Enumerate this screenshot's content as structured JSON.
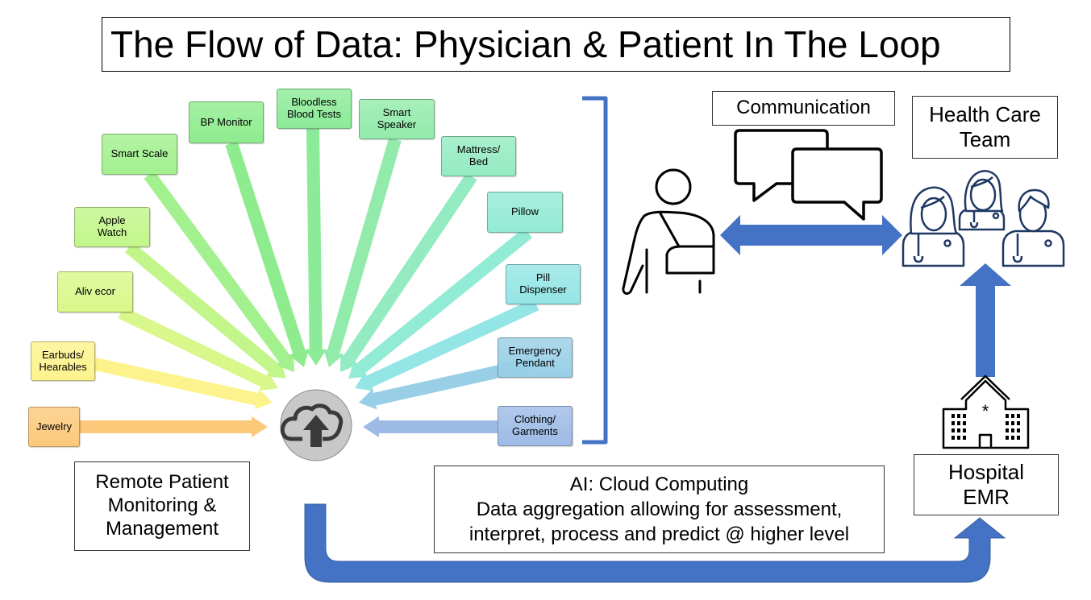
{
  "title": "The Flow of Data: Physician & Patient In The Loop",
  "devices": [
    {
      "label": "Jewelry",
      "color": "#fcc97a"
    },
    {
      "label": "Earbuds/\nHearables",
      "color": "#fdf38c"
    },
    {
      "label": "Aliv ecor",
      "color": "#d9f78a"
    },
    {
      "label": "Apple\nWatch",
      "color": "#c2f68a"
    },
    {
      "label": "Smart Scale",
      "color": "#a2f08e"
    },
    {
      "label": "BP Monitor",
      "color": "#8eec8e"
    },
    {
      "label": "Bloodless\nBlood Tests",
      "color": "#8ceb98"
    },
    {
      "label": "Smart\nSpeaker",
      "color": "#92ebab"
    },
    {
      "label": "Mattress/\nBed",
      "color": "#94ebc2"
    },
    {
      "label": "Pillow",
      "color": "#92ebd4"
    },
    {
      "label": "Pill\nDispenser",
      "color": "#94e5e6"
    },
    {
      "label": "Emergency\nPendant",
      "color": "#98cfe6"
    },
    {
      "label": "Clothing/\nGarments",
      "color": "#9dbbe6"
    }
  ],
  "cloud_icon": "cloud-upload-icon",
  "remote_monitoring_label": "Remote Patient\nMonitoring &\nManagement",
  "ai_box": {
    "title": "AI: Cloud Computing",
    "line1": "Data aggregation allowing for assessment,",
    "line2": "interpret, process and predict @ higher level"
  },
  "communication_label": "Communication",
  "health_care_team_label": "Health Care\nTeam",
  "hospital_label": "Hospital\nEMR",
  "icons": {
    "patient": "patient-with-arm-sling-icon",
    "speech": "speech-bubbles-icon",
    "team": "health-care-team-icon",
    "hospital": "hospital-building-icon"
  },
  "colors": {
    "flow_arrow": "#4472c4",
    "icon_stroke": "#1f3864",
    "cloud_fill": "#c8c8c8",
    "cloud_glyph": "#3a3a3a"
  }
}
